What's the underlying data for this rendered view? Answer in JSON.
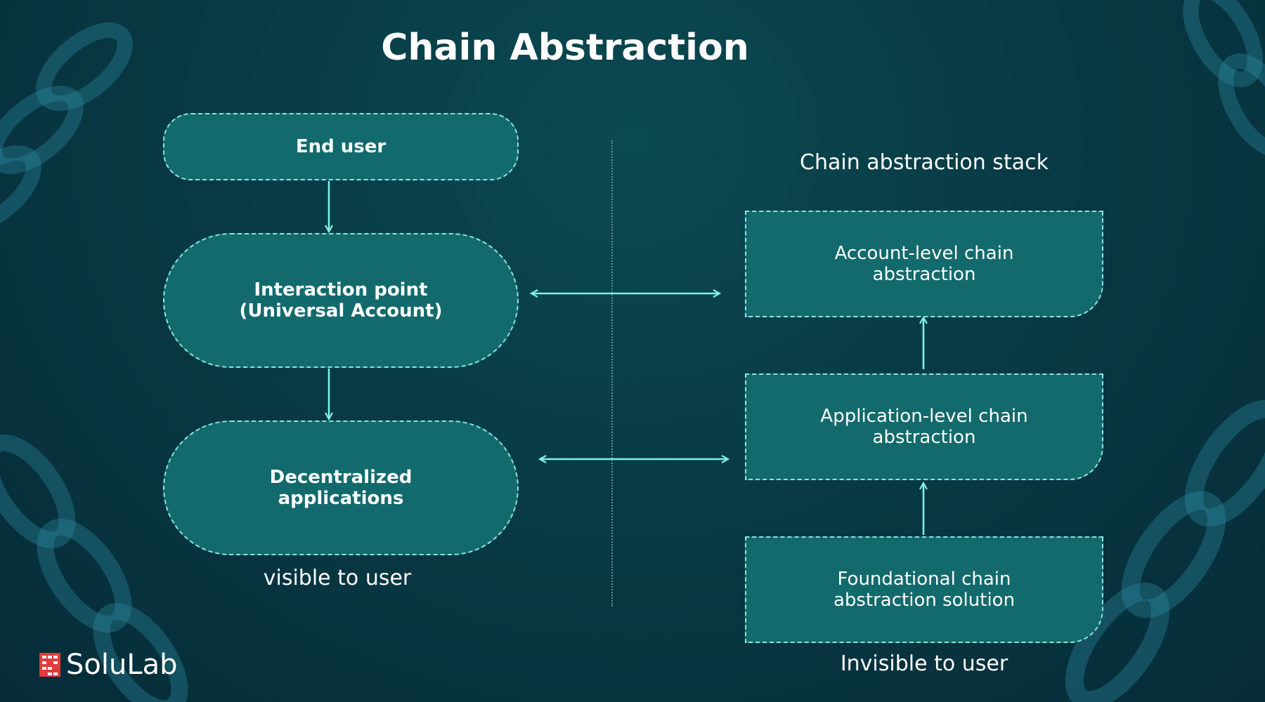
{
  "title": "Chain Abstraction",
  "left": {
    "nodes": [
      {
        "label": "End user"
      },
      {
        "label": "Interaction point\n(Universal Account)"
      },
      {
        "label": "Decentralized\napplications"
      }
    ],
    "caption": "visible to user"
  },
  "right": {
    "heading": "Chain abstraction stack",
    "nodes": [
      {
        "label": "Account-level chain\nabstraction"
      },
      {
        "label": "Application-level chain\nabstraction"
      },
      {
        "label": "Foundational chain\nabstraction solution"
      }
    ],
    "caption": "Invisible to user"
  },
  "brand": {
    "name": "SoluLab",
    "logo_text": "SOLULAB"
  },
  "colors": {
    "background": "#083a45",
    "node_fill": "#136a6c",
    "node_border": "#8fe3de",
    "arrow": "#7ff0e8",
    "logo_red": "#e23b3b"
  },
  "icons": [
    "chain-link-decoration",
    "solulab-logo-icon"
  ]
}
